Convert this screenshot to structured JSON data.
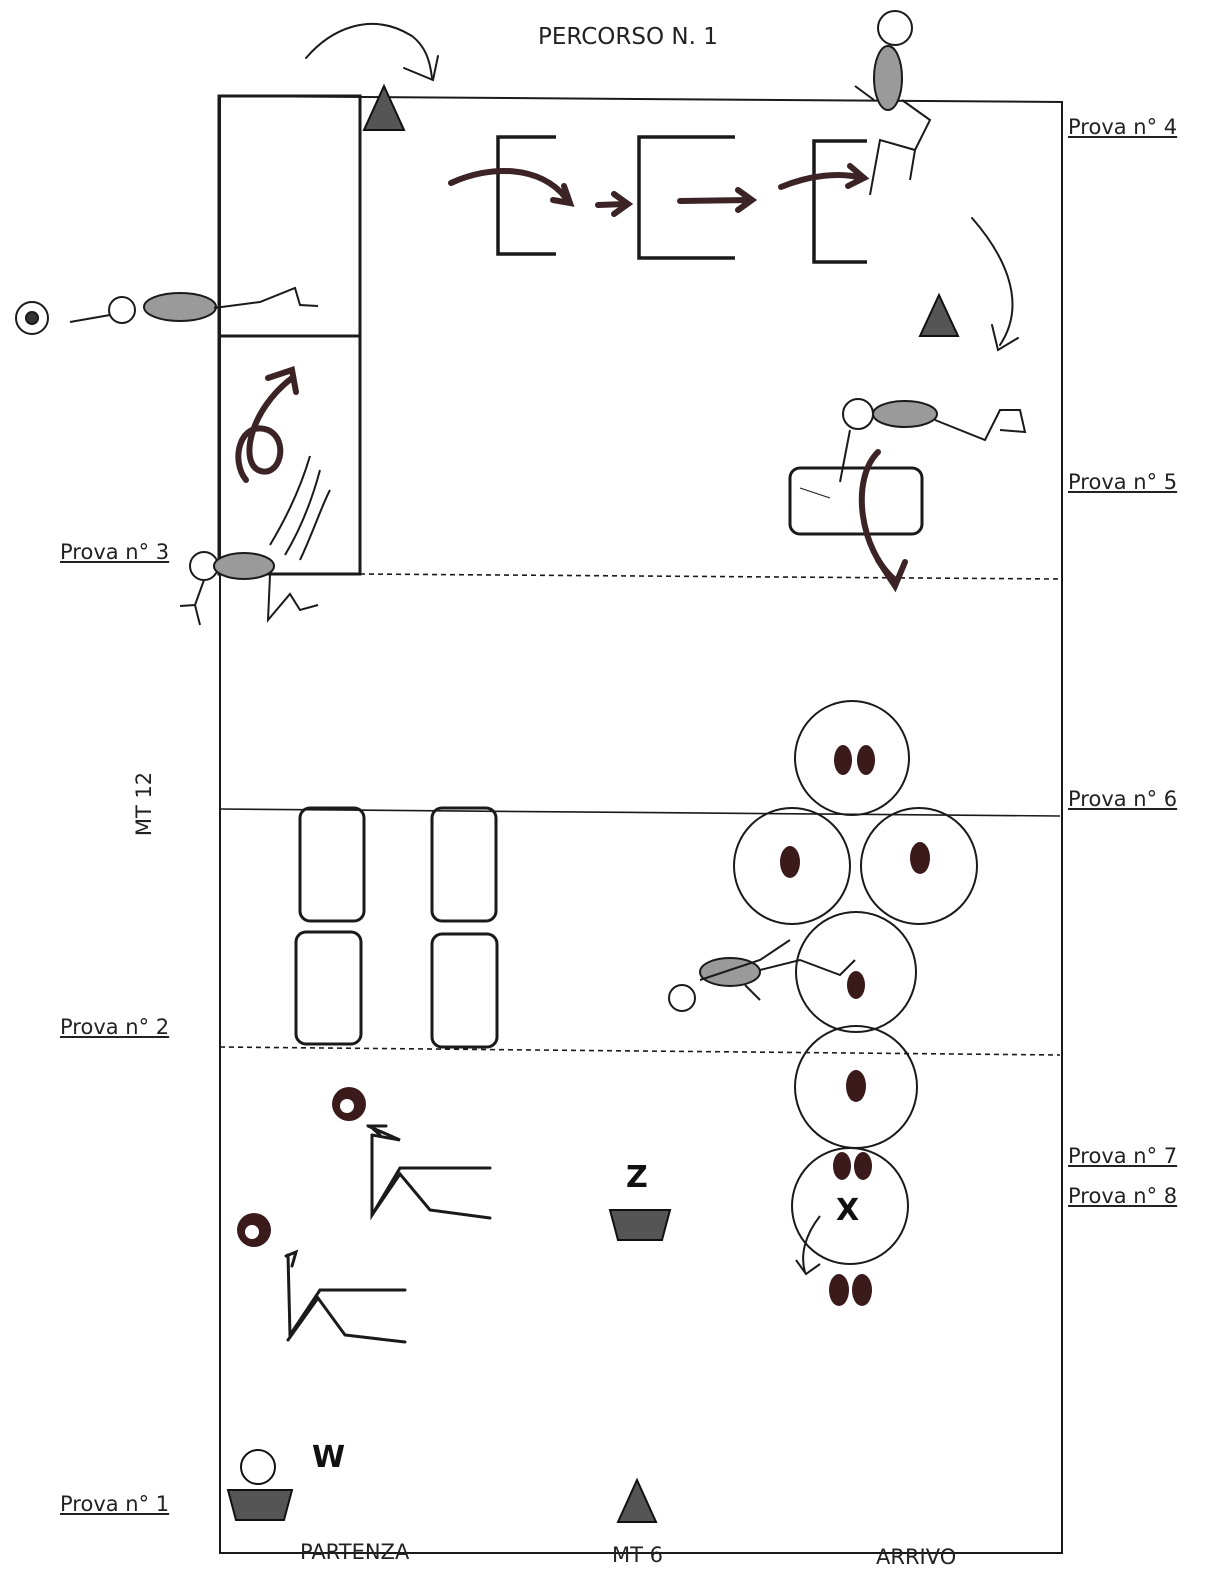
{
  "title": "PERCORSO N. 1",
  "labels": {
    "prova1": "Prova n° 1",
    "prova2": "Prova n° 2",
    "prova3": "Prova n° 3",
    "prova4": "Prova n° 4",
    "prova5": "Prova n° 5",
    "prova6": "Prova n° 6",
    "prova7": "Prova n° 7",
    "prova8": "Prova n° 8",
    "side": "MT 12",
    "bottom_start": "PARTENZA",
    "bottom_mid": "MT 6",
    "bottom_end": "ARRIVO",
    "marker_z": "Z",
    "marker_x": "X",
    "marker_w": "W"
  },
  "colors": {
    "line": "#1a1a1a",
    "cone": "#555555",
    "footprint": "#3a1a1a",
    "arrow": "#3b2326",
    "figure_fill": "#9a9a9a"
  },
  "icons": [
    "cone-icon",
    "hoop-icon",
    "footprint-icon",
    "ball-icon",
    "basket-icon",
    "hurdle-icon",
    "mat-icon",
    "stick-figure-icon",
    "arrow-icon"
  ]
}
